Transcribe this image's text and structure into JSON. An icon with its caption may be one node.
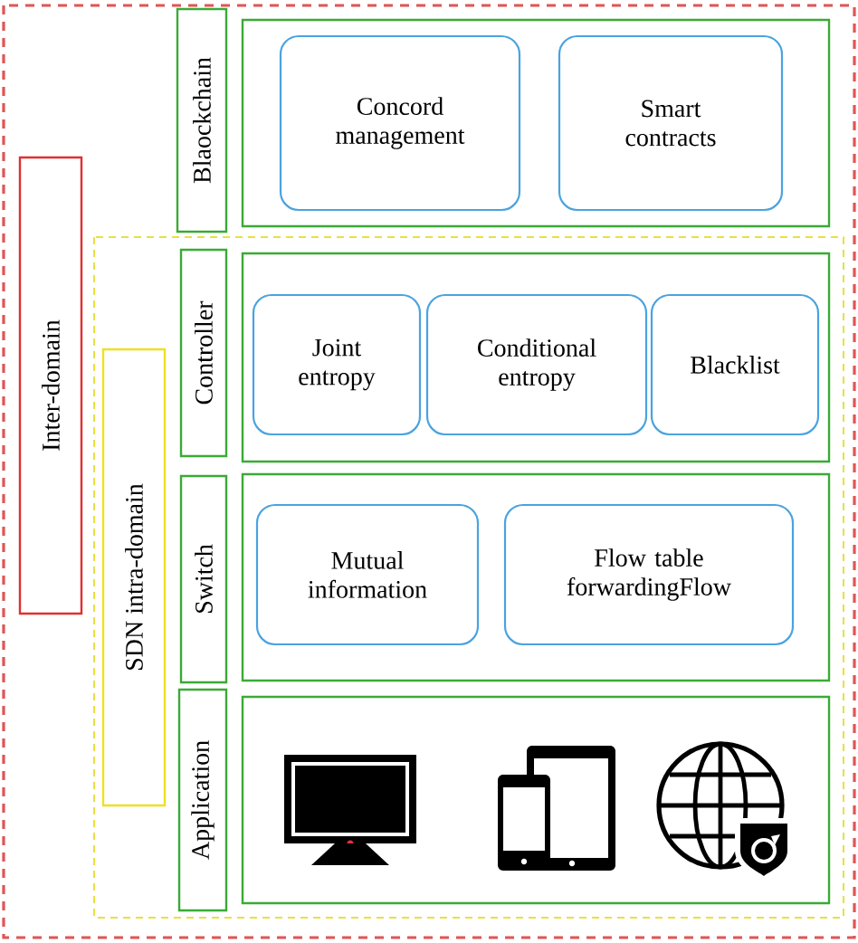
{
  "diagram": {
    "nodes": [
      {
        "text": [
          "Inter-domain"
        ]
      },
      {
        "text": [
          "SDN intra-domain"
        ]
      },
      {
        "text": [
          "Blaockchain"
        ]
      },
      {
        "text": [],
        "shape": "box"
      },
      {
        "text": [
          "Concord management"
        ],
        "in": 3
      },
      {
        "text": [
          "Smart contracts"
        ],
        "in": 3
      },
      {
        "text": [
          "Controller"
        ]
      },
      {
        "text": [],
        "shape": "box"
      },
      {
        "text": [
          "Joint entropy"
        ],
        "in": 7
      },
      {
        "text": [
          "Conditional entropy"
        ],
        "in": 7
      },
      {
        "text": [
          "Blacklist"
        ],
        "in": 7
      },
      {
        "text": [
          "Switch"
        ]
      },
      {
        "text": [],
        "shape": "box"
      },
      {
        "text": [
          "Mutual information"
        ],
        "in": 12
      },
      {
        "text": [
          "Flow table forwardingFlow"
        ],
        "in": 12
      },
      {
        "text": [
          "Application"
        ]
      },
      {
        "text": [],
        "shape": "box"
      }
    ]
  }
}
